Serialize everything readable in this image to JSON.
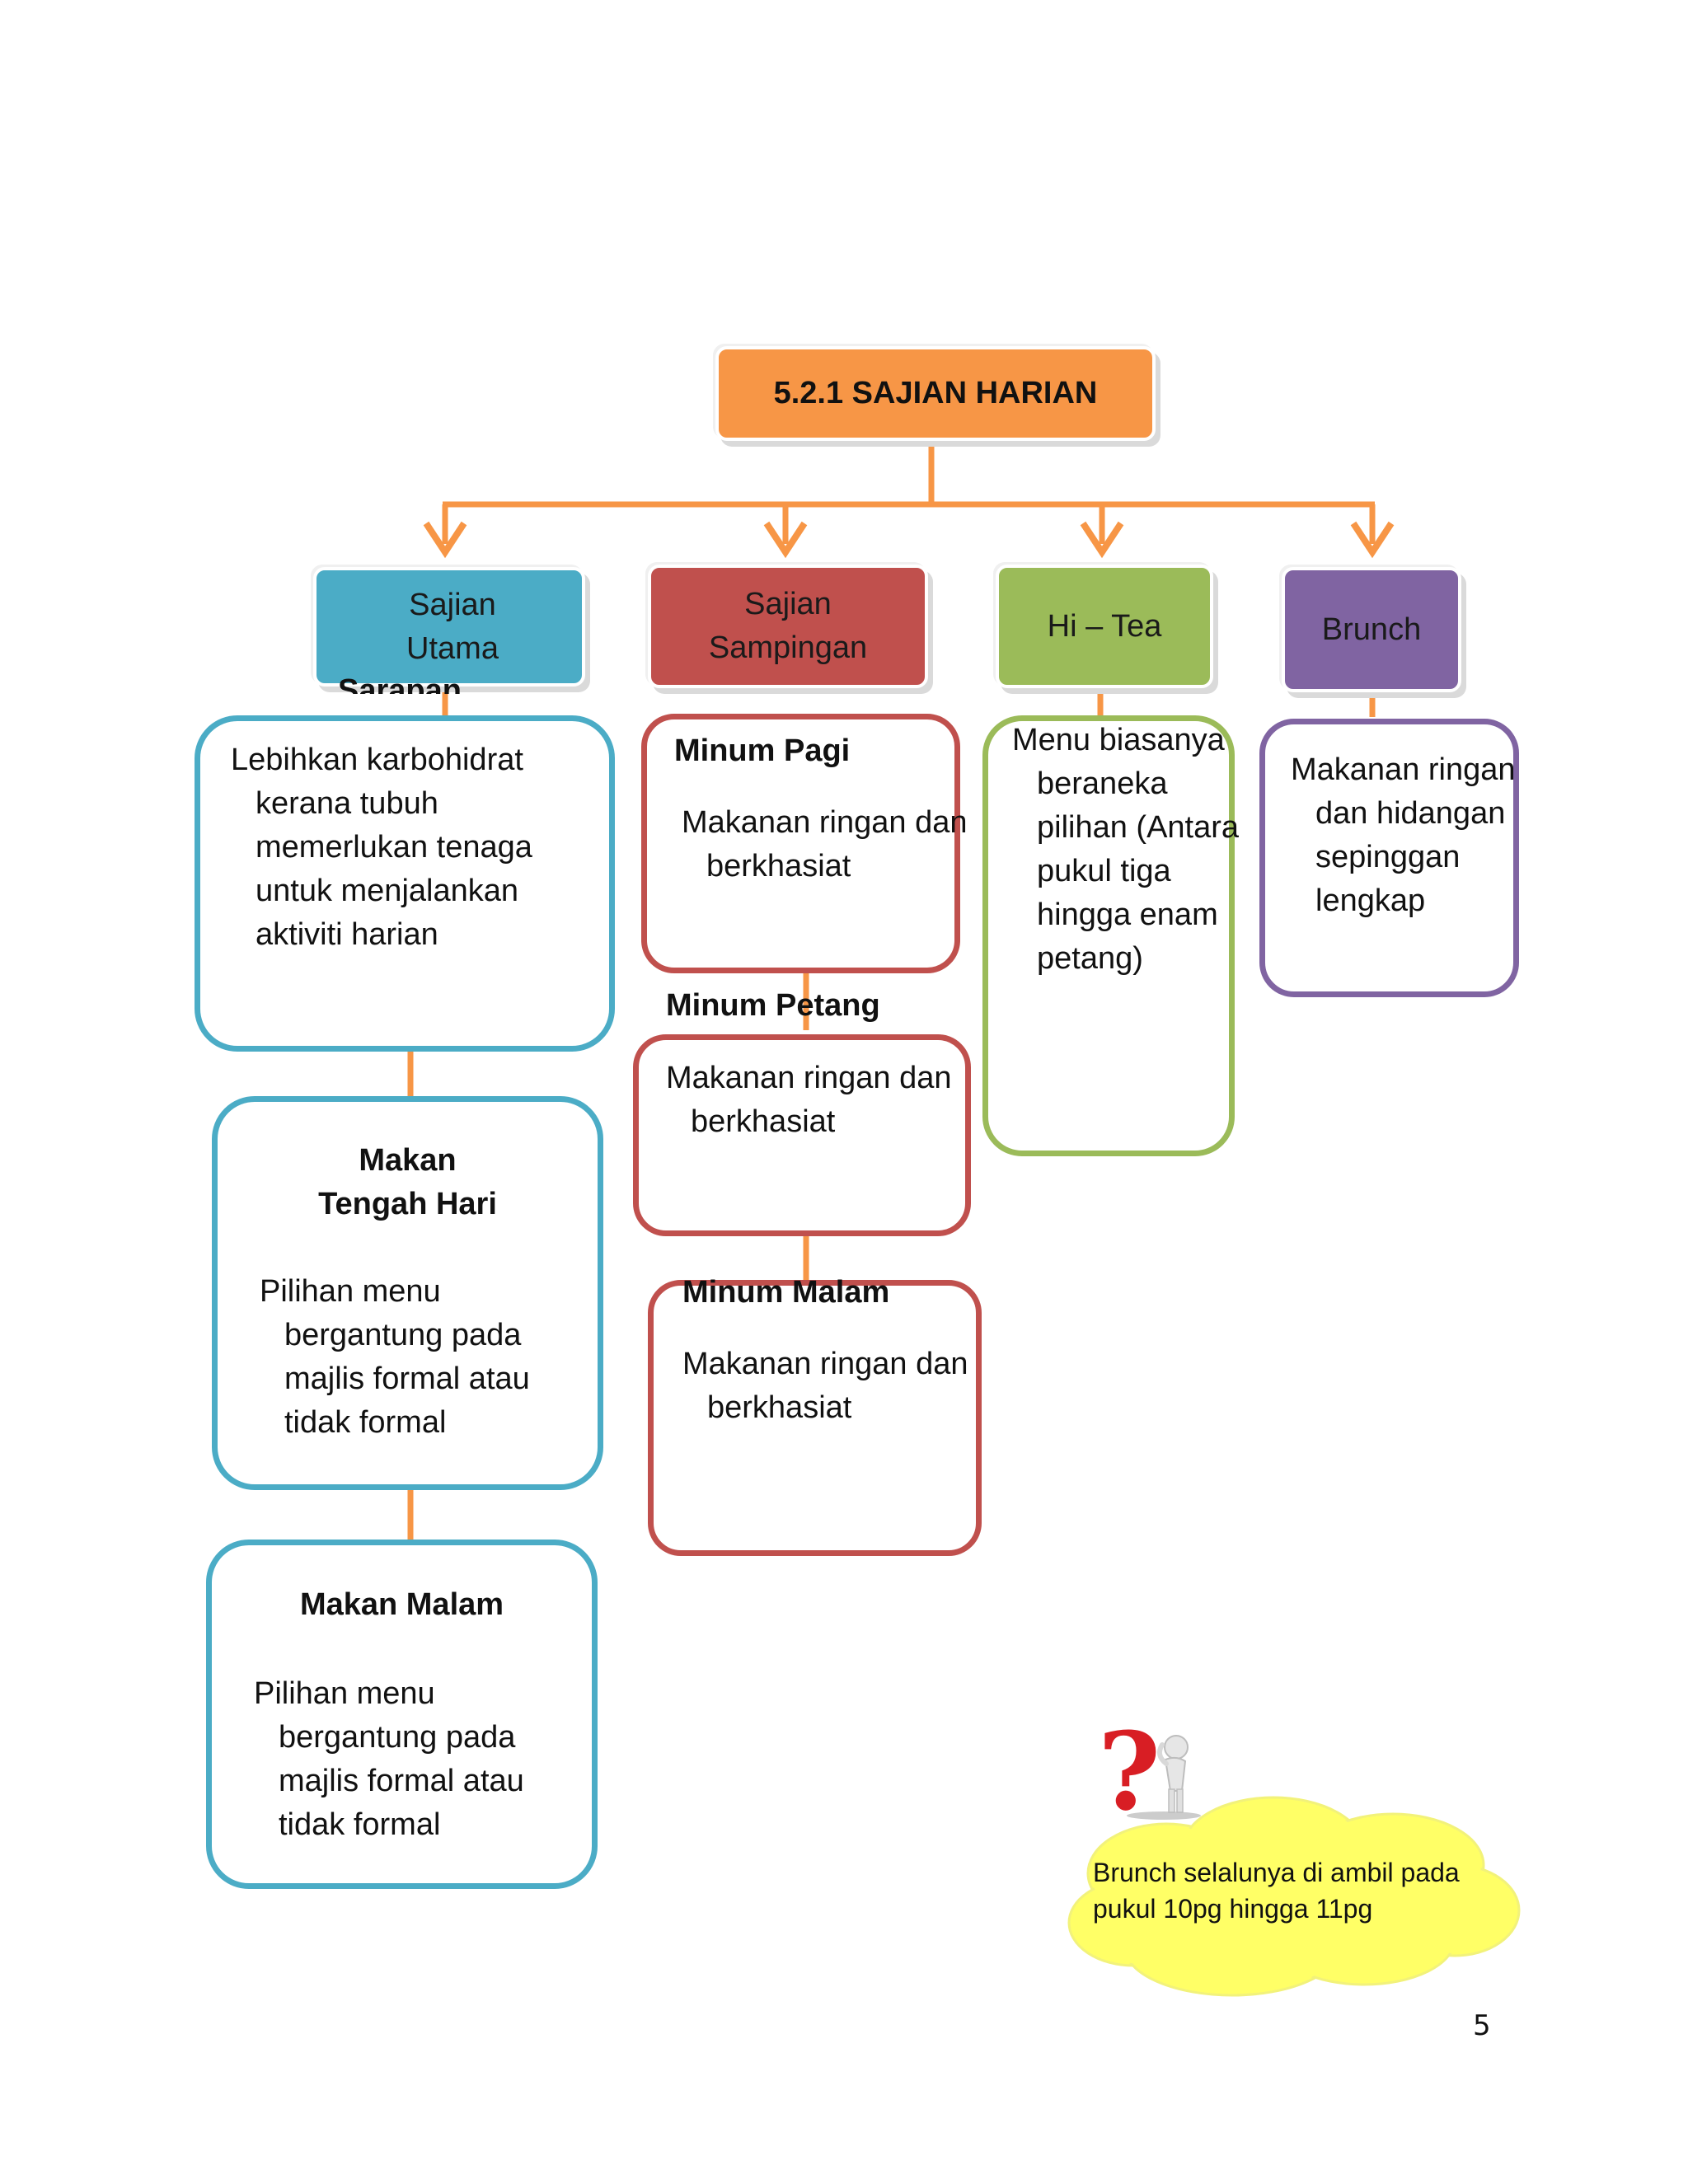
{
  "title": "5.2.1 SAJIAN HARIAN",
  "categories": {
    "utama": "Sajian\nUtama",
    "sampingan": "Sajian\nSampingan",
    "hitea": "Hi – Tea",
    "brunch": "Brunch"
  },
  "utama": {
    "hidden_label": "Sarapan",
    "sarapan_text": "Lebihkan karbohidrat kerana tubuh memerlukan tenaga untuk menjalankan aktiviti harian",
    "tengah_hari_title": "Makan\nTengah Hari",
    "tengah_hari_text": "Pilihan menu bergantung pada majlis formal atau tidak formal",
    "malam_title": "Makan Malam",
    "malam_text": "Pilihan menu bergantung pada majlis formal atau tidak formal"
  },
  "sampingan": {
    "pagi_title": "Minum Pagi",
    "pagi_text": "Makanan ringan dan berkhasiat",
    "petang_title": "Minum Petang",
    "petang_text": "Makanan ringan dan berkhasiat",
    "malam_title": "Minum Malam",
    "malam_text": "Makanan ringan dan berkhasiat"
  },
  "hitea": {
    "text": "Menu biasanya beraneka pilihan (Antara pukul tiga hingga enam petang)"
  },
  "brunch": {
    "text": "Makanan ringan dan hidangan sepinggan lengkap"
  },
  "note": {
    "text": "Brunch selalunya  di ambil pada pukul 10pg hingga 11pg",
    "icon": "question-mark-figure-icon"
  },
  "page_number": "5",
  "colors": {
    "orange": "#f79646",
    "blue": "#4bacc6",
    "red": "#c0504d",
    "green": "#9bbb59",
    "purple": "#8064a2",
    "yellow": "#ffff66"
  }
}
